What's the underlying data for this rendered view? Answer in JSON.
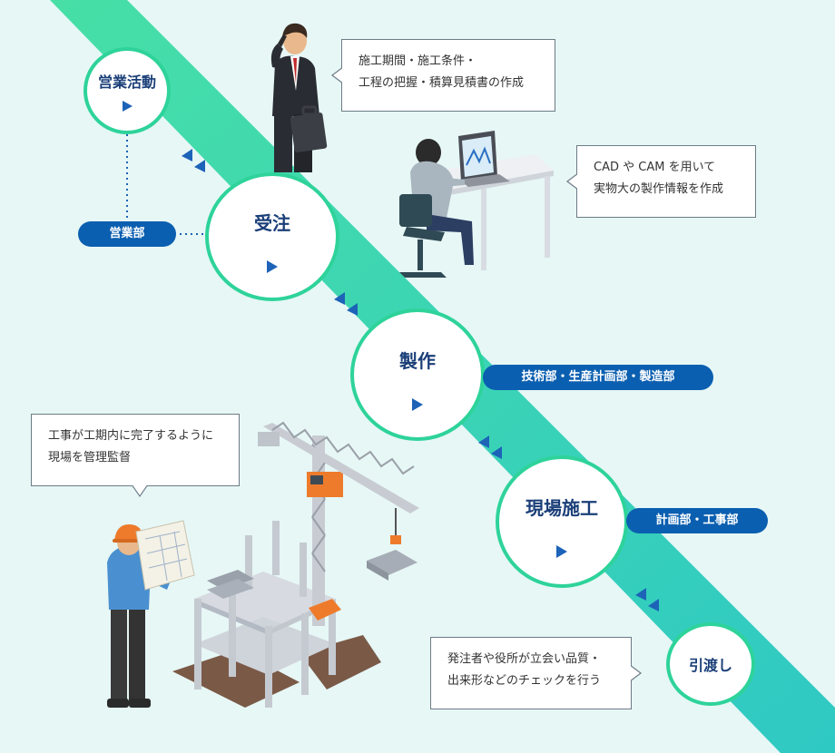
{
  "colors": {
    "background": "#e6f7f6",
    "band_start": "#47dfa6",
    "band_end": "#2fc9c4",
    "node_border": "#2ed39a",
    "node_text": "#1a3e78",
    "arrow": "#1d63b8",
    "pill": "#0b5fb0"
  },
  "steps": [
    {
      "id": "sales",
      "label": "営業活動"
    },
    {
      "id": "order",
      "label": "受注"
    },
    {
      "id": "production",
      "label": "製作"
    },
    {
      "id": "site",
      "label": "現場施工"
    },
    {
      "id": "handover",
      "label": "引渡し"
    }
  ],
  "departments": {
    "sales": "営業部",
    "production": "技術部・生産計画部・製造部",
    "site": "計画部・工事部"
  },
  "callouts": {
    "estimate": [
      "施工期間・施工条件・",
      "工程の把握・積算見積書の作成"
    ],
    "cad": [
      "CAD や CAM を用いて",
      "実物大の製作情報を作成"
    ],
    "supervision": [
      "工事が工期内に完了するように",
      "現場を管理監督"
    ],
    "inspection": [
      "発注者や役所が立会い品質・",
      "出来形などのチェックを行う"
    ]
  },
  "illustrations": {
    "salesperson": "businessman-phone-icon",
    "designer": "cad-workstation-icon",
    "supervisor": "site-supervisor-icon",
    "construction": "crane-construction-icon"
  }
}
